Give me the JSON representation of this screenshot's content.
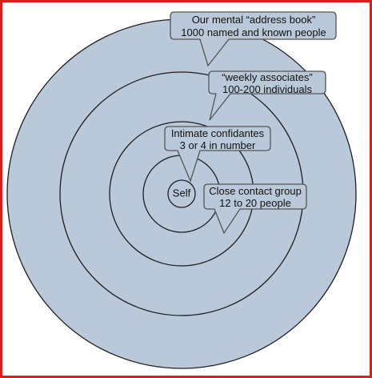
{
  "colors": {
    "frame": "#e01b1b",
    "circle_fill": "#b9c9da",
    "circle_stroke": "#1f1f1f",
    "callout_stroke": "#555555",
    "text": "#111111"
  },
  "center": {
    "label": "Self"
  },
  "callouts": {
    "address_book": {
      "line1": "Our mental “address book”",
      "line2": "1000 named and known people"
    },
    "weekly_associates": {
      "line1": "“weekly associates”",
      "line2": "100-200 individuals"
    },
    "intimate_confidantes": {
      "line1": "Intimate confidantes",
      "line2": "3 or 4 in number"
    },
    "close_contact_group": {
      "line1": "Close contact group",
      "line2": "12 to 20 people"
    }
  }
}
